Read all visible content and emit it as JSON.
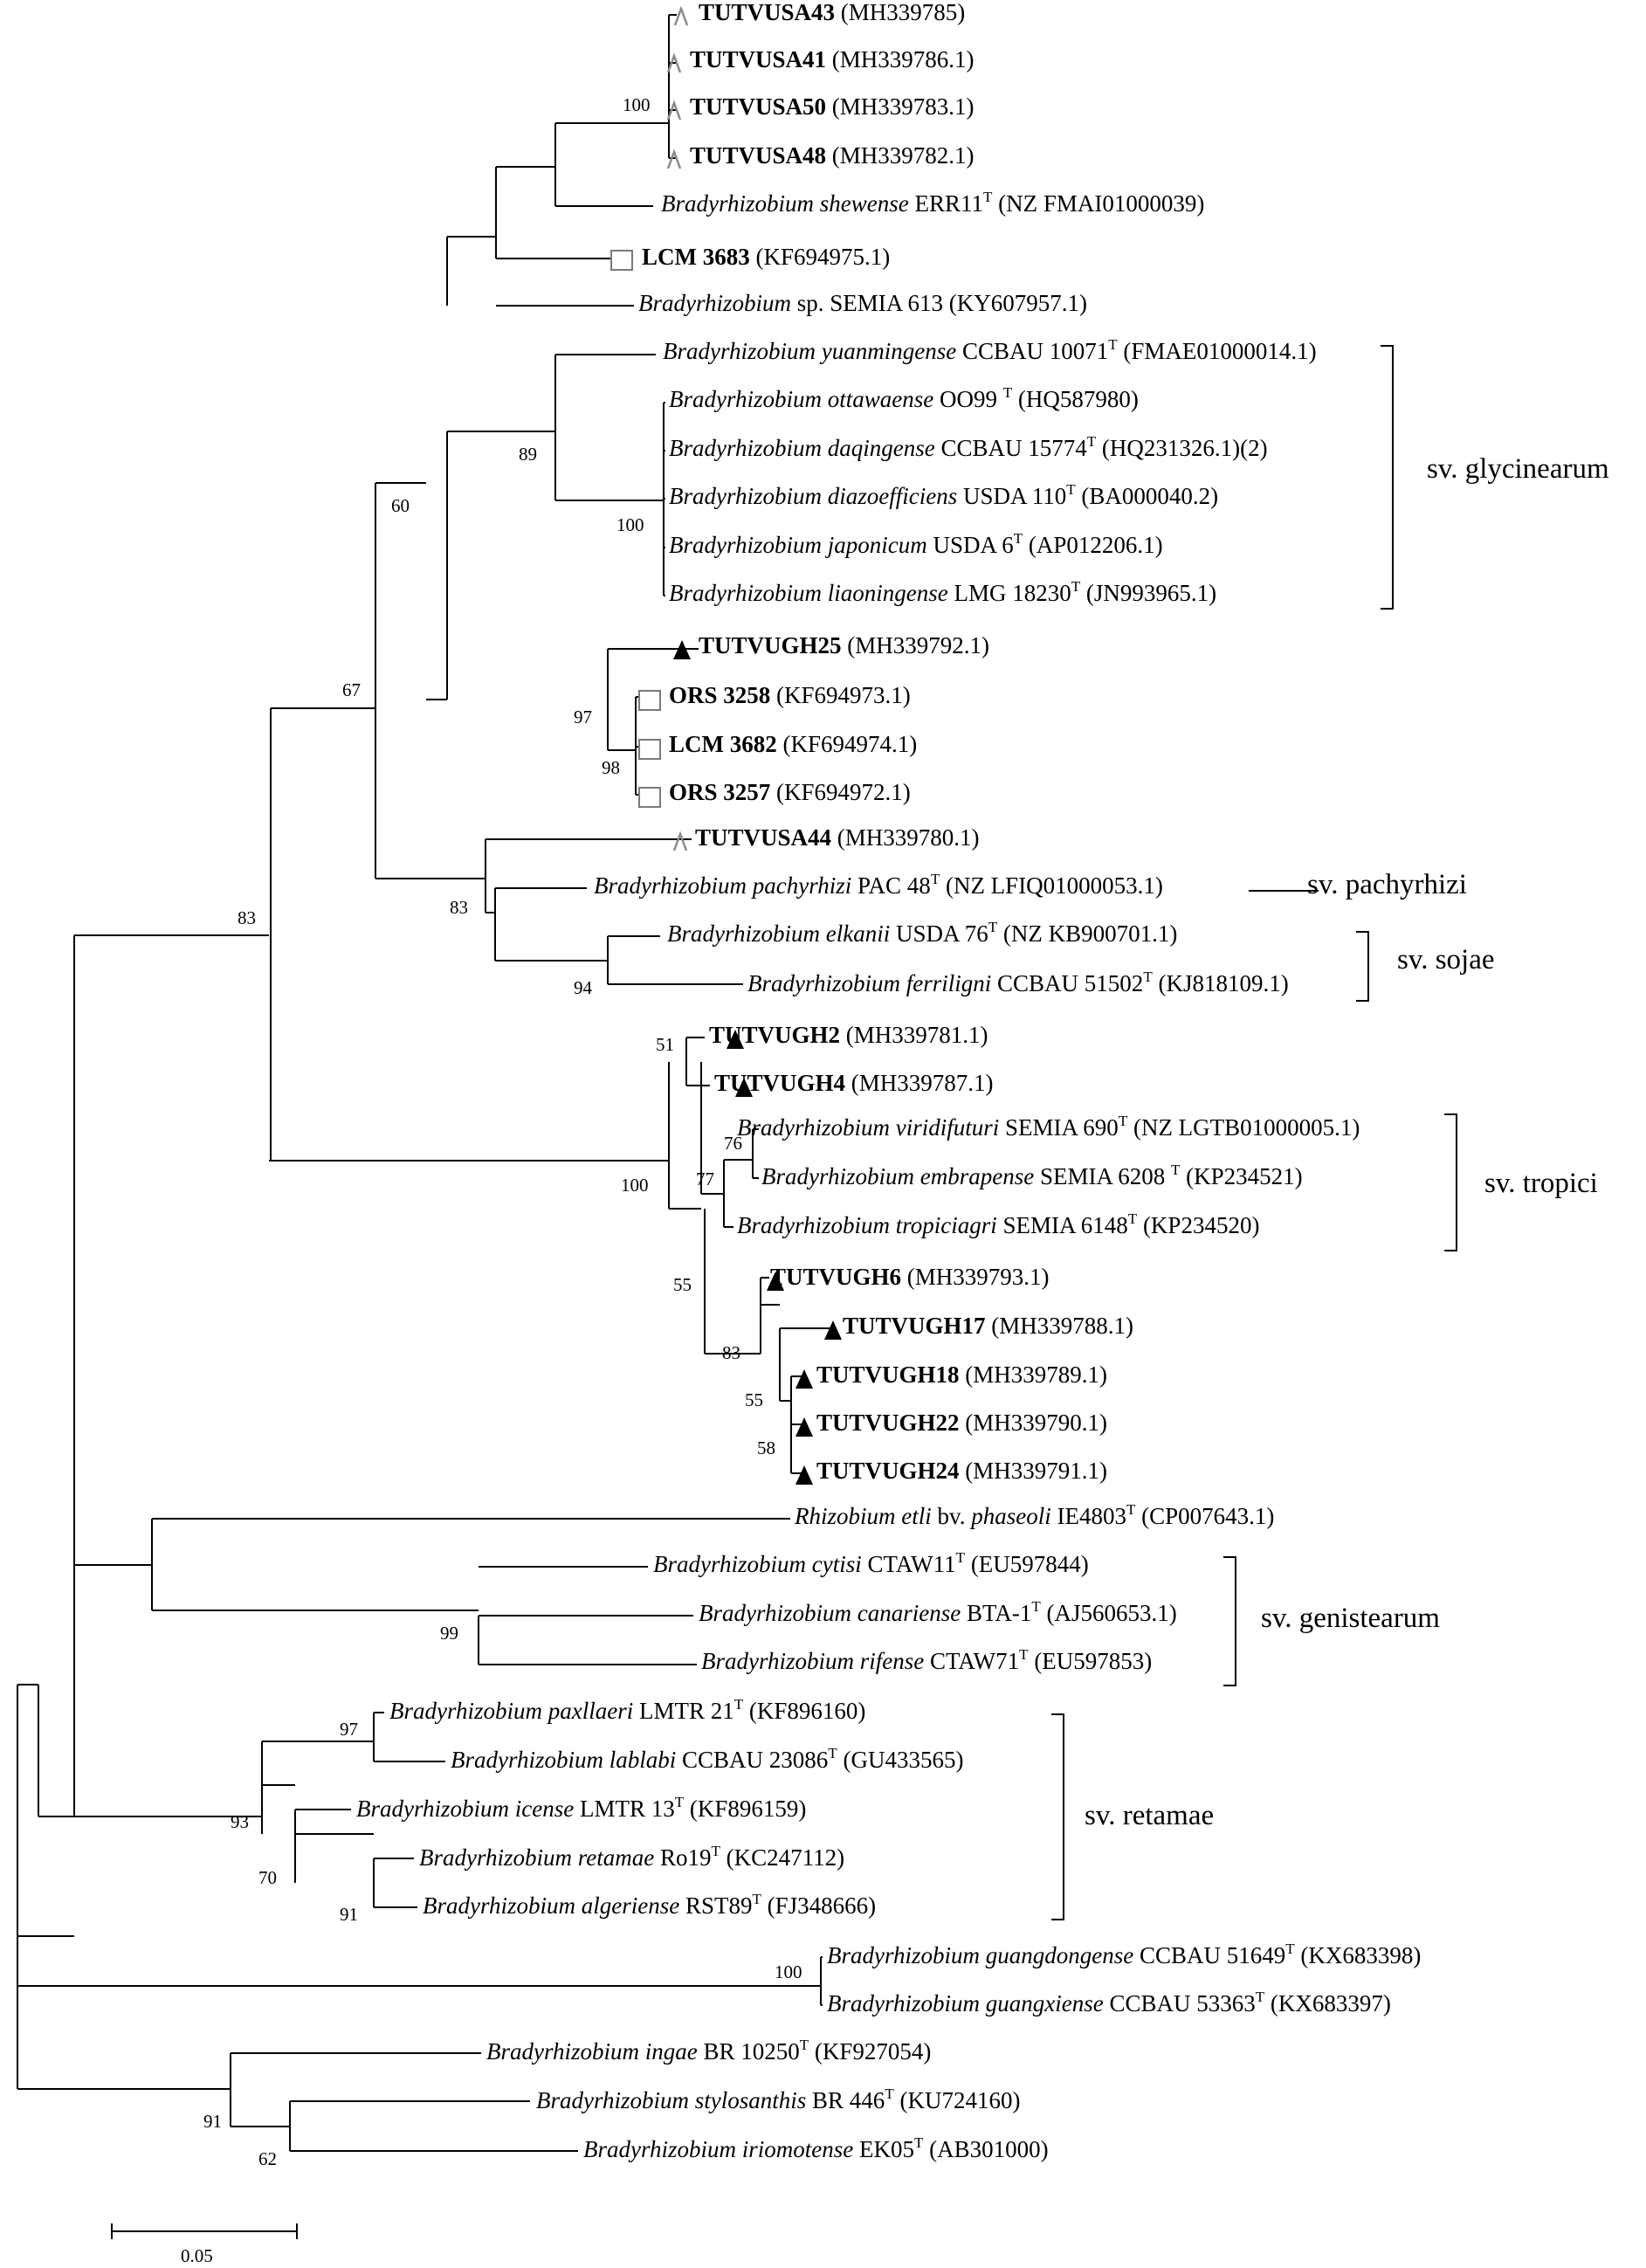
{
  "markers": {
    "open_triangle": "open-triangle-icon",
    "open_square": "open-square-icon",
    "filled_triangle": "filled-triangle-icon",
    "colors": {
      "filled": "#000000",
      "open_triangle": "#8a8a8a",
      "open_square": "#7a7a7a"
    }
  },
  "taxa": [
    {
      "id": "t1",
      "marker": "open_triangle",
      "parts": [
        {
          "t": "TUTVUSA43",
          "s": "b"
        },
        {
          "t": " (MH339785)"
        }
      ]
    },
    {
      "id": "t2",
      "marker": "open_triangle",
      "parts": [
        {
          "t": "TUTVUSA41",
          "s": "b"
        },
        {
          "t": " (MH339786.1)"
        }
      ]
    },
    {
      "id": "t3",
      "marker": "open_triangle",
      "parts": [
        {
          "t": "TUTVUSA50",
          "s": "b"
        },
        {
          "t": " (MH339783.1)"
        }
      ]
    },
    {
      "id": "t4",
      "marker": "open_triangle",
      "parts": [
        {
          "t": "TUTVUSA48",
          "s": "b"
        },
        {
          "t": " (MH339782.1)"
        }
      ]
    },
    {
      "id": "t5",
      "parts": [
        {
          "t": "Bradyrhizobium shewense",
          "s": "i"
        },
        {
          "t": " ERR11"
        },
        {
          "t": "T",
          "s": "sup"
        },
        {
          "t": " (NZ FMAI01000039)"
        }
      ]
    },
    {
      "id": "t6",
      "marker": "open_square",
      "parts": [
        {
          "t": "LCM 3683",
          "s": "b"
        },
        {
          "t": " (KF694975.1)"
        }
      ]
    },
    {
      "id": "t7",
      "parts": [
        {
          "t": "Bradyrhizobium",
          "s": "i"
        },
        {
          "t": " sp. SEMIA 613 (KY607957.1)"
        }
      ]
    },
    {
      "id": "t8",
      "parts": [
        {
          "t": "Bradyrhizobium yuanmingense",
          "s": "i"
        },
        {
          "t": " CCBAU 10071"
        },
        {
          "t": "T",
          "s": "sup"
        },
        {
          "t": " (FMAE01000014.1)"
        }
      ]
    },
    {
      "id": "t9",
      "parts": [
        {
          "t": "Bradyrhizobium ottawaense",
          "s": "i"
        },
        {
          "t": "  OO99 "
        },
        {
          "t": "T",
          "s": "sup"
        },
        {
          "t": " (HQ587980)"
        }
      ]
    },
    {
      "id": "t10",
      "parts": [
        {
          "t": "Bradyrhizobium daqingense",
          "s": "i"
        },
        {
          "t": " CCBAU 15774"
        },
        {
          "t": "T",
          "s": "sup"
        },
        {
          "t": " (HQ231326.1)(2)"
        }
      ]
    },
    {
      "id": "t11",
      "parts": [
        {
          "t": "Bradyrhizobium diazoefficiens",
          "s": "i"
        },
        {
          "t": " USDA 110"
        },
        {
          "t": "T",
          "s": "sup"
        },
        {
          "t": " (BA000040.2)"
        }
      ]
    },
    {
      "id": "t12",
      "parts": [
        {
          "t": "Bradyrhizobium japonicum",
          "s": "i"
        },
        {
          "t": " USDA 6"
        },
        {
          "t": "T",
          "s": "sup"
        },
        {
          "t": " (AP012206.1)"
        }
      ]
    },
    {
      "id": "t13",
      "parts": [
        {
          "t": "Bradyrhizobium liaoningense",
          "s": "i"
        },
        {
          "t": " LMG 18230"
        },
        {
          "t": "T",
          "s": "sup"
        },
        {
          "t": " (JN993965.1)"
        }
      ]
    },
    {
      "id": "t14",
      "marker": "filled_triangle",
      "parts": [
        {
          "t": "TUTVUGH25",
          "s": "b"
        },
        {
          "t": " (MH339792.1)"
        }
      ]
    },
    {
      "id": "t15",
      "marker": "open_square",
      "parts": [
        {
          "t": "ORS 3258",
          "s": "b"
        },
        {
          "t": " (KF694973.1)"
        }
      ]
    },
    {
      "id": "t16",
      "marker": "open_square",
      "parts": [
        {
          "t": "LCM 3682",
          "s": "b"
        },
        {
          "t": " (KF694974.1)"
        }
      ]
    },
    {
      "id": "t17",
      "marker": "open_square",
      "parts": [
        {
          "t": "ORS 3257",
          "s": "b"
        },
        {
          "t": " (KF694972.1)"
        }
      ]
    },
    {
      "id": "t18",
      "marker": "open_triangle",
      "parts": [
        {
          "t": "TUTVUSA44",
          "s": "b"
        },
        {
          "t": " (MH339780.1)"
        }
      ]
    },
    {
      "id": "t19",
      "parts": [
        {
          "t": "Bradyrhizobium pachyrhizi",
          "s": "i"
        },
        {
          "t": " PAC 48"
        },
        {
          "t": "T",
          "s": "sup"
        },
        {
          "t": " (NZ LFIQ01000053.1)"
        }
      ]
    },
    {
      "id": "t20",
      "parts": [
        {
          "t": "Bradyrhizobium elkanii",
          "s": "i"
        },
        {
          "t": " USDA 76"
        },
        {
          "t": "T",
          "s": "sup"
        },
        {
          "t": " (NZ KB900701.1)"
        }
      ]
    },
    {
      "id": "t21",
      "parts": [
        {
          "t": "Bradyrhizobium ferriligni",
          "s": "i"
        },
        {
          "t": " CCBAU 51502"
        },
        {
          "t": "T",
          "s": "sup"
        },
        {
          "t": " (KJ818109.1)"
        }
      ]
    },
    {
      "id": "t22",
      "marker": "filled_triangle",
      "parts": [
        {
          "t": "TUTVUGH2",
          "s": "b"
        },
        {
          "t": " (MH339781.1)"
        }
      ]
    },
    {
      "id": "t23",
      "marker": "filled_triangle",
      "parts": [
        {
          "t": "TUTVUGH4",
          "s": "b"
        },
        {
          "t": " (MH339787.1)"
        }
      ]
    },
    {
      "id": "t24",
      "parts": [
        {
          "t": "Bradyrhizobium viridifuturi",
          "s": "i"
        },
        {
          "t": " SEMIA 690"
        },
        {
          "t": "T",
          "s": "sup"
        },
        {
          "t": " (NZ LGTB01000005.1)"
        }
      ]
    },
    {
      "id": "t25",
      "parts": [
        {
          "t": "Bradyrhizobium embrapense",
          "s": "i"
        },
        {
          "t": " SEMIA 6208 "
        },
        {
          "t": "T",
          "s": "sup"
        },
        {
          "t": " (KP234521)"
        }
      ]
    },
    {
      "id": "t26",
      "parts": [
        {
          "t": "Bradyrhizobium tropiciagri",
          "s": "i"
        },
        {
          "t": " SEMIA 6148"
        },
        {
          "t": "T",
          "s": "sup"
        },
        {
          "t": " (KP234520)"
        }
      ]
    },
    {
      "id": "t27",
      "marker": "filled_triangle",
      "parts": [
        {
          "t": "TUTVUGH6",
          "s": "b"
        },
        {
          "t": " (MH339793.1)"
        }
      ]
    },
    {
      "id": "t28",
      "marker": "filled_triangle",
      "parts": [
        {
          "t": "TUTVUGH17",
          "s": "b"
        },
        {
          "t": " (MH339788.1)"
        }
      ]
    },
    {
      "id": "t29",
      "marker": "filled_triangle",
      "parts": [
        {
          "t": "TUTVUGH18",
          "s": "b"
        },
        {
          "t": " (MH339789.1)"
        }
      ]
    },
    {
      "id": "t30",
      "marker": "filled_triangle",
      "parts": [
        {
          "t": "TUTVUGH22",
          "s": "b"
        },
        {
          "t": " (MH339790.1)"
        }
      ]
    },
    {
      "id": "t31",
      "marker": "filled_triangle",
      "parts": [
        {
          "t": "TUTVUGH24",
          "s": "b"
        },
        {
          "t": " (MH339791.1)"
        }
      ]
    },
    {
      "id": "t32",
      "parts": [
        {
          "t": "Rhizobium etli",
          "s": "i"
        },
        {
          "t": " bv. "
        },
        {
          "t": "phaseoli",
          "s": "i"
        },
        {
          "t": " IE4803"
        },
        {
          "t": "T",
          "s": "sup"
        },
        {
          "t": " (CP007643.1)"
        }
      ]
    },
    {
      "id": "t33",
      "parts": [
        {
          "t": "Bradyrhizobium cytisi",
          "s": "i"
        },
        {
          "t": " CTAW11"
        },
        {
          "t": "T",
          "s": "sup"
        },
        {
          "t": " (EU597844)"
        }
      ]
    },
    {
      "id": "t34",
      "parts": [
        {
          "t": "Bradyrhizobium canariense",
          "s": "i"
        },
        {
          "t": " BTA-1"
        },
        {
          "t": "T",
          "s": "sup"
        },
        {
          "t": " (AJ560653.1)"
        }
      ]
    },
    {
      "id": "t35",
      "parts": [
        {
          "t": "Bradyrhizobium rifense",
          "s": "i"
        },
        {
          "t": " CTAW71"
        },
        {
          "t": "T",
          "s": "sup"
        },
        {
          "t": " (EU597853)"
        }
      ]
    },
    {
      "id": "t36",
      "parts": [
        {
          "t": "Bradyrhizobium paxllaeri",
          "s": "i"
        },
        {
          "t": "  LMTR 21"
        },
        {
          "t": "T",
          "s": "sup"
        },
        {
          "t": " (KF896160)"
        }
      ]
    },
    {
      "id": "t37",
      "parts": [
        {
          "t": "Bradyrhizobium lablabi",
          "s": "i"
        },
        {
          "t": "  CCBAU 23086"
        },
        {
          "t": "T",
          "s": "sup"
        },
        {
          "t": " (GU433565)"
        }
      ]
    },
    {
      "id": "t38",
      "parts": [
        {
          "t": "Bradyrhizobium icense",
          "s": "i"
        },
        {
          "t": "  LMTR 13"
        },
        {
          "t": "T",
          "s": "sup"
        },
        {
          "t": " (KF896159)"
        }
      ]
    },
    {
      "id": "t39",
      "parts": [
        {
          "t": "Bradyrhizobium retamae",
          "s": "i"
        },
        {
          "t": "  Ro19"
        },
        {
          "t": "T",
          "s": "sup"
        },
        {
          "t": " (KC247112)"
        }
      ]
    },
    {
      "id": "t40",
      "parts": [
        {
          "t": "Bradyrhizobium algeriense",
          "s": "i"
        },
        {
          "t": " RST89"
        },
        {
          "t": "T",
          "s": "sup"
        },
        {
          "t": " (FJ348666)"
        }
      ]
    },
    {
      "id": "t41",
      "parts": [
        {
          "t": "Bradyrhizobium guangdongense",
          "s": "i"
        },
        {
          "t": " CCBAU 51649"
        },
        {
          "t": "T",
          "s": "sup"
        },
        {
          "t": " (KX683398)"
        }
      ]
    },
    {
      "id": "t42",
      "parts": [
        {
          "t": "Bradyrhizobium guangxiense",
          "s": "i"
        },
        {
          "t": " CCBAU 53363"
        },
        {
          "t": "T",
          "s": "sup"
        },
        {
          "t": " (KX683397)"
        }
      ]
    },
    {
      "id": "t43",
      "parts": [
        {
          "t": "Bradyrhizobium ingae",
          "s": "i"
        },
        {
          "t": " BR 10250"
        },
        {
          "t": "T",
          "s": "sup"
        },
        {
          "t": " (KF927054)"
        }
      ]
    },
    {
      "id": "t44",
      "parts": [
        {
          "t": "Bradyrhizobium stylosanthis",
          "s": "i"
        },
        {
          "t": " BR 446"
        },
        {
          "t": "T",
          "s": "sup"
        },
        {
          "t": " (KU724160)"
        }
      ]
    },
    {
      "id": "t45",
      "parts": [
        {
          "t": "Bradyrhizobium iriomotense",
          "s": "i"
        },
        {
          "t": " EK05"
        },
        {
          "t": "T",
          "s": "sup"
        },
        {
          "t": " (AB301000)"
        }
      ]
    }
  ],
  "bootstrap": [
    {
      "id": "b_usa",
      "label": "100"
    },
    {
      "id": "b_glyc",
      "label": "89"
    },
    {
      "id": "b_glyc_sub",
      "label": "100"
    },
    {
      "id": "b_big",
      "label": "60"
    },
    {
      "id": "b_gh25",
      "label": "97"
    },
    {
      "id": "b_ors",
      "label": "98"
    },
    {
      "id": "b_67",
      "label": "67"
    },
    {
      "id": "b_pach",
      "label": "83"
    },
    {
      "id": "b_elk",
      "label": "94"
    },
    {
      "id": "b_83root",
      "label": "83"
    },
    {
      "id": "b_gh2",
      "label": "51"
    },
    {
      "id": "b_trop",
      "label": "100"
    },
    {
      "id": "b_vir",
      "label": "76"
    },
    {
      "id": "b_tropsv",
      "label": "77"
    },
    {
      "id": "b_55a",
      "label": "55"
    },
    {
      "id": "b_83gh",
      "label": "83"
    },
    {
      "id": "b_55b",
      "label": "55"
    },
    {
      "id": "b_58",
      "label": "58"
    },
    {
      "id": "b_gen",
      "label": "99"
    },
    {
      "id": "b_pax",
      "label": "97"
    },
    {
      "id": "b_ret",
      "label": "93"
    },
    {
      "id": "b_70",
      "label": "70"
    },
    {
      "id": "b_alg",
      "label": "91"
    },
    {
      "id": "b_guang",
      "label": "100"
    },
    {
      "id": "b_styl",
      "label": "91"
    },
    {
      "id": "b_62",
      "label": "62"
    }
  ],
  "clades": [
    {
      "id": "c_glyc",
      "label": "sv. glycinearum"
    },
    {
      "id": "c_pach",
      "label": "sv. pachyrhizi"
    },
    {
      "id": "c_soj",
      "label": "sv. sojae"
    },
    {
      "id": "c_trop",
      "label": "sv. tropici"
    },
    {
      "id": "c_gen",
      "label": "sv. genistearum"
    },
    {
      "id": "c_ret",
      "label": "sv. retamae"
    }
  ],
  "scale_bar": {
    "label": "0.05"
  }
}
